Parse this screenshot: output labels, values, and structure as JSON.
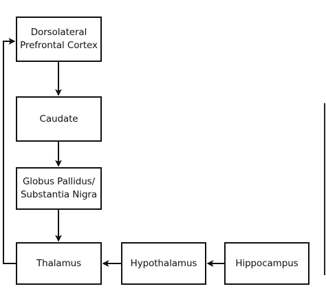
{
  "nodes": {
    "dlpfc": {
      "label": "Dorsolateral\nPrefrontal Cortex"
    },
    "caudate": {
      "label": "Caudate"
    },
    "globus_pallidus": {
      "label": "Globus Pallidus/\nSubstantia Nigra"
    },
    "thalamus": {
      "label": "Thalamus"
    },
    "hypothalamus": {
      "label": "Hypothalamus"
    },
    "hippocampus": {
      "label": "Hippocampus"
    }
  },
  "edges": [
    {
      "from": "dlpfc",
      "to": "caudate"
    },
    {
      "from": "caudate",
      "to": "globus_pallidus"
    },
    {
      "from": "globus_pallidus",
      "to": "thalamus"
    },
    {
      "from": "hippocampus",
      "to": "hypothalamus"
    },
    {
      "from": "hypothalamus",
      "to": "thalamus"
    },
    {
      "from": "thalamus",
      "to": "dlpfc"
    }
  ],
  "colors": {
    "line": "#111111",
    "background": "#ffffff"
  }
}
